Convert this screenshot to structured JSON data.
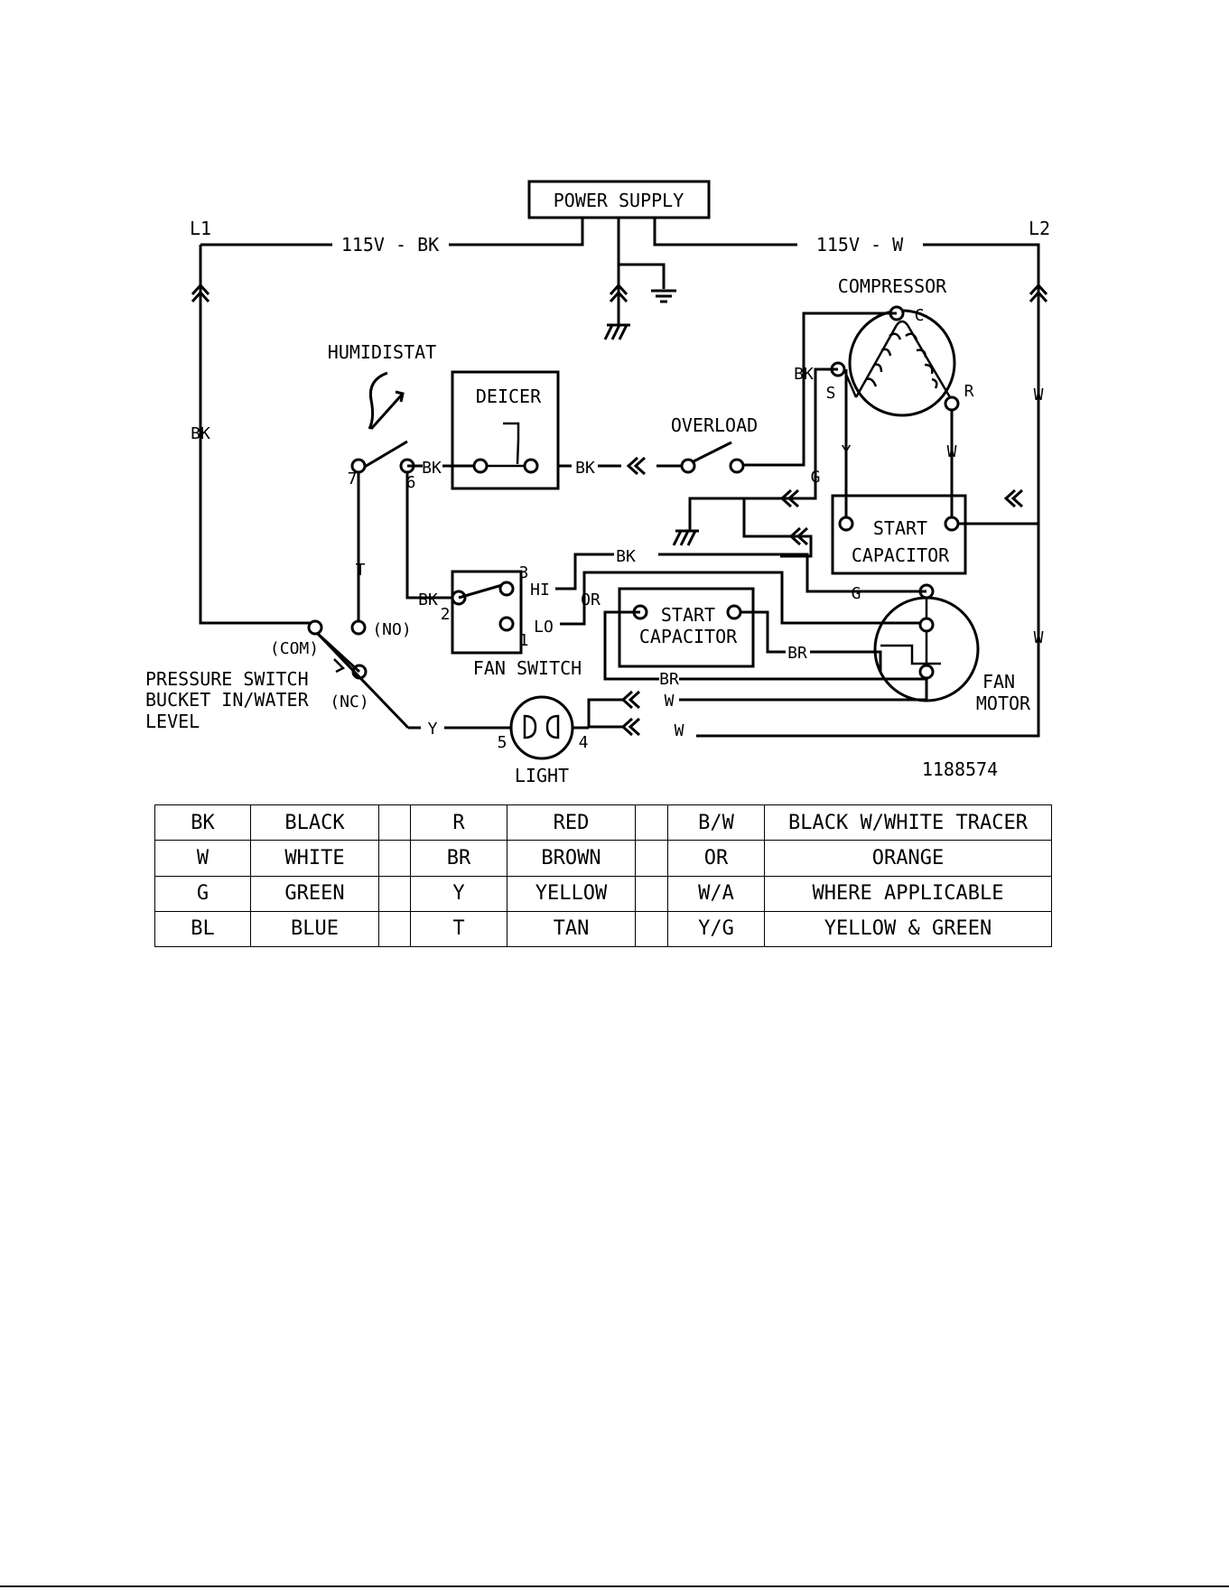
{
  "diagram": {
    "power_supply": "POWER SUPPLY",
    "l1": "L1",
    "l2": "L2",
    "supply_left": "115V - BK",
    "supply_right": "115V - W",
    "compressor": "COMPRESSOR",
    "terminal_c": "C",
    "terminal_s": "S",
    "terminal_r": "R",
    "humidistat": "HUMIDISTAT",
    "deicer": "DEICER",
    "overload": "OVERLOAD",
    "start_capacitor_top_1": "START",
    "start_capacitor_top_2": "CAPACITOR",
    "start_capacitor_mid_1": "START",
    "start_capacitor_mid_2": "CAPACITOR",
    "fan_switch": "FAN SWITCH",
    "fan_motor_1": "FAN",
    "fan_motor_2": "MOTOR",
    "light": "LIGHT",
    "pressure_switch_1": "PRESSURE SWITCH",
    "pressure_switch_2": "BUCKET IN/WATER",
    "pressure_switch_3": "LEVEL",
    "com": "(COM)",
    "no": "(NO)",
    "nc": "(NC)",
    "hi": "HI",
    "lo": "LO",
    "term_1": "1",
    "term_2": "2",
    "term_3": "3",
    "term_4": "4",
    "term_5": "5",
    "term_6": "6",
    "term_7": "7",
    "part_number": "1188574",
    "wire_bk": "BK",
    "wire_w": "W",
    "wire_g": "G",
    "wire_y": "Y",
    "wire_t": "T",
    "wire_or": "OR",
    "wire_br": "BR"
  },
  "legend": [
    [
      "BK",
      "BLACK",
      "",
      "R",
      "RED",
      "",
      "B/W",
      "BLACK W/WHITE TRACER"
    ],
    [
      "W",
      "WHITE",
      "",
      "BR",
      "BROWN",
      "",
      "OR",
      "ORANGE"
    ],
    [
      "G",
      "GREEN",
      "",
      "Y",
      "YELLOW",
      "",
      "W/A",
      "WHERE APPLICABLE"
    ],
    [
      "BL",
      "BLUE",
      "",
      "T",
      "TAN",
      "",
      "Y/G",
      "YELLOW & GREEN"
    ]
  ]
}
